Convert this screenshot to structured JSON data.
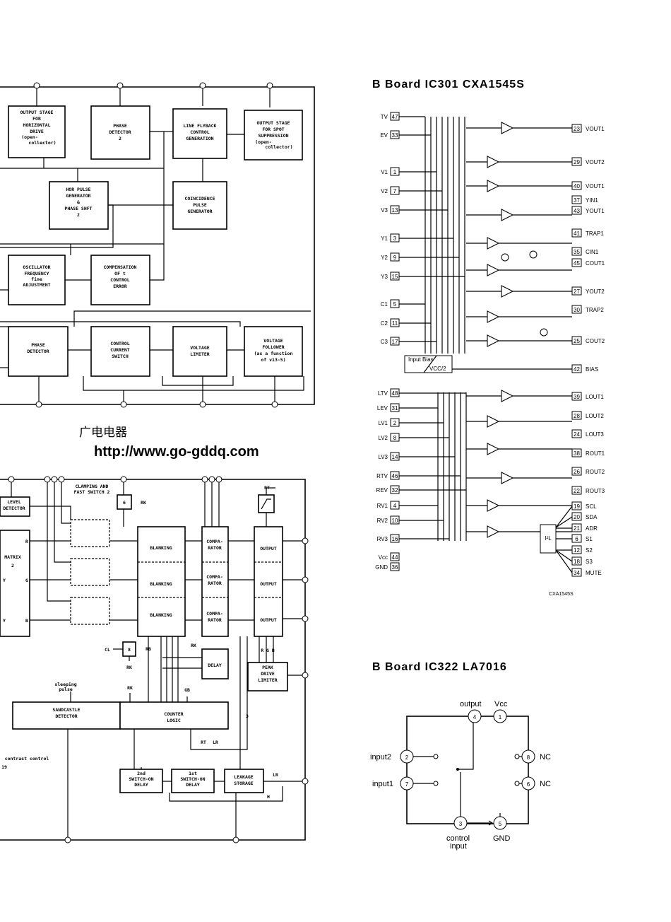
{
  "watermark": {
    "cn": "广电电器",
    "url": "http://www.go-gddq.com"
  },
  "top_left_diagram": {
    "blocks": [
      "OUTPUT STAGE FOR HORIZONTAL DRIVE (open-collector)",
      "PHASE DETECTOR 2",
      "LINE FLYBACK CONTROL GENERATION",
      "OUTPUT STAGE FOR SPOT SUPPRESSION (open-collector)",
      "HOR PULSE GENERATOR & PHASE SHIFT 2",
      "COINCIDENCE PULSE GENERATOR",
      "OSCILLATOR FREQUENCY fine ADJUSTMENT",
      "COMPENSATION OF t CONTROL ERROR",
      "PHASE DETECTOR",
      "CONTROL CURRENT SWITCH",
      "VOLTAGE LIMITER",
      "VOLTAGE FOLLOWER (as a function of v13-5)"
    ]
  },
  "bottom_left_diagram": {
    "blocks": [
      "LEVEL DETECTOR",
      "MATRIX 2",
      "CLAMPING AND FAST SWITCH 2",
      "BLANKING",
      "BLANKING",
      "BLANKING",
      "COMPA-RATOR",
      "COMPA-RATOR",
      "COMPA-RATOR",
      "OUTPUT",
      "OUTPUT",
      "OUTPUT",
      "DELAY",
      "PEAK DRIVE LIMITER",
      "SANDCASTLE DETECTOR",
      "COUNTER LOGIC",
      "2nd SWITCH-ON DELAY",
      "1st SWITCH-ON DELAY",
      "LEAKAGE STORAGE"
    ],
    "labels": [
      "R",
      "G",
      "B",
      "Y",
      "CL",
      "RT",
      "LR",
      "sleeping pulse",
      "contrast control",
      "19",
      "RGB",
      "RK",
      "GB",
      "H"
    ]
  },
  "ic301": {
    "title": "B  Board  IC301  CXA1545S",
    "inputs": [
      {
        "name": "TV",
        "pin": "47"
      },
      {
        "name": "EV",
        "pin": "33"
      },
      {
        "name": "V1",
        "pin": "1"
      },
      {
        "name": "V2",
        "pin": "7"
      },
      {
        "name": "V3",
        "pin": "13"
      },
      {
        "name": "Y1",
        "pin": "3"
      },
      {
        "name": "Y2",
        "pin": "9"
      },
      {
        "name": "Y3",
        "pin": "15"
      },
      {
        "name": "C1",
        "pin": "5"
      },
      {
        "name": "C2",
        "pin": "11"
      },
      {
        "name": "C3",
        "pin": "17"
      },
      {
        "name": "LTV",
        "pin": "48"
      },
      {
        "name": "LEV",
        "pin": "31"
      },
      {
        "name": "LV1",
        "pin": "2"
      },
      {
        "name": "LV2",
        "pin": "8"
      },
      {
        "name": "LV3",
        "pin": "14"
      },
      {
        "name": "RTV",
        "pin": "46"
      },
      {
        "name": "REV",
        "pin": "32"
      },
      {
        "name": "RV1",
        "pin": "4"
      },
      {
        "name": "RV2",
        "pin": "10"
      },
      {
        "name": "RV3",
        "pin": "16"
      },
      {
        "name": "Vcc",
        "pin": "44"
      },
      {
        "name": "GND",
        "pin": "36"
      }
    ],
    "outputs": [
      {
        "pin": "23",
        "name": "VOUT1"
      },
      {
        "pin": "29",
        "name": "VOUT2"
      },
      {
        "pin": "40",
        "name": "VOUT1"
      },
      {
        "pin": "37",
        "name": "YIN1"
      },
      {
        "pin": "43",
        "name": "YOUT1"
      },
      {
        "pin": "41",
        "name": "TRAP1"
      },
      {
        "pin": "35",
        "name": "CIN1"
      },
      {
        "pin": "45",
        "name": "COUT1"
      },
      {
        "pin": "27",
        "name": "YOUT2"
      },
      {
        "pin": "30",
        "name": "TRAP2"
      },
      {
        "pin": "25",
        "name": "COUT2"
      },
      {
        "pin": "42",
        "name": "BIAS"
      },
      {
        "pin": "39",
        "name": "LOUT1"
      },
      {
        "pin": "28",
        "name": "LOUT2"
      },
      {
        "pin": "24",
        "name": "LOUT3"
      },
      {
        "pin": "38",
        "name": "ROUT1"
      },
      {
        "pin": "26",
        "name": "ROUT2"
      },
      {
        "pin": "22",
        "name": "ROUT3"
      }
    ],
    "bus": [
      {
        "pin": "19",
        "name": "SCL"
      },
      {
        "pin": "20",
        "name": "SDA"
      },
      {
        "pin": "21",
        "name": "ADR"
      },
      {
        "pin": "6",
        "name": "S1"
      },
      {
        "pin": "12",
        "name": "S2"
      },
      {
        "pin": "18",
        "name": "S3"
      },
      {
        "pin": "34",
        "name": "MUTE"
      }
    ],
    "bias_label": "Input Bias",
    "vcc2_label": "VCC/2",
    "i2c_label": "I²L",
    "caption": "CXA1545S"
  },
  "ic322": {
    "title": "B  Board  IC322  LA7016",
    "pins": {
      "p1": "1",
      "p2": "2",
      "p3": "3",
      "p4": "4",
      "p5": "5",
      "p6": "6",
      "p7": "7",
      "p8": "8"
    },
    "labels": {
      "output": "output",
      "vcc": "Vcc",
      "input2": "input2",
      "input1": "input1",
      "nc8": "NC",
      "nc6": "NC",
      "control": "control",
      "input": "input",
      "gnd": "GND"
    }
  }
}
